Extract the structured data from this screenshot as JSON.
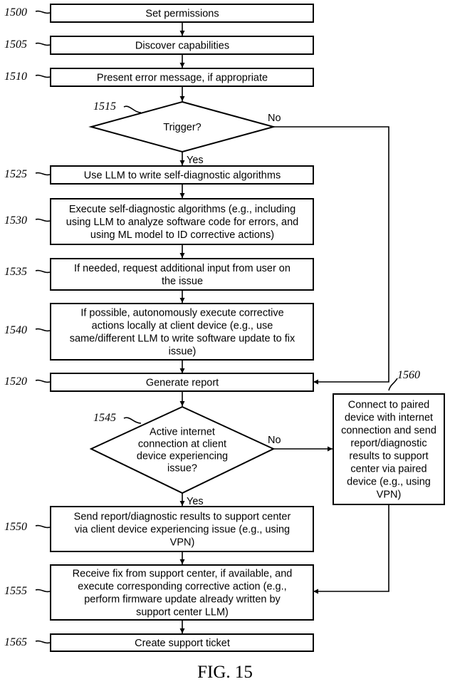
{
  "figure_label": "FIG. 15",
  "steps": {
    "s1500": {
      "ref": "1500",
      "lines": [
        "Set permissions"
      ]
    },
    "s1505": {
      "ref": "1505",
      "lines": [
        "Discover capabilities"
      ]
    },
    "s1510": {
      "ref": "1510",
      "lines": [
        "Present error message, if appropriate"
      ]
    },
    "s1515": {
      "ref": "1515",
      "lines": [
        "Trigger?"
      ],
      "yes": "Yes",
      "no": "No"
    },
    "s1525": {
      "ref": "1525",
      "lines": [
        "Use LLM to write self-diagnostic algorithms"
      ]
    },
    "s1530": {
      "ref": "1530",
      "lines": [
        "Execute self-diagnostic algorithms (e.g., including",
        "using LLM to analyze software code for errors, and",
        "using ML model to ID corrective actions)"
      ]
    },
    "s1535": {
      "ref": "1535",
      "lines": [
        "If needed, request additional input from user on",
        "the issue"
      ]
    },
    "s1540": {
      "ref": "1540",
      "lines": [
        "If possible, autonomously execute corrective",
        "actions locally at client device (e.g., use",
        "same/different LLM to write software update to fix",
        "issue)"
      ]
    },
    "s1520": {
      "ref": "1520",
      "lines": [
        "Generate report"
      ]
    },
    "s1545": {
      "ref": "1545",
      "lines": [
        "Active internet",
        "connection at client",
        "device experiencing",
        "issue?"
      ],
      "yes": "Yes",
      "no": "No"
    },
    "s1560": {
      "ref": "1560",
      "lines": [
        "Connect to paired",
        "device with internet",
        "connection and send",
        "report/diagnostic",
        "results to support",
        "center via paired",
        "device (e.g., using",
        "VPN)"
      ]
    },
    "s1550": {
      "ref": "1550",
      "lines": [
        "Send report/diagnostic results to support center",
        "via client device experiencing issue (e.g., using",
        "VPN)"
      ]
    },
    "s1555": {
      "ref": "1555",
      "lines": [
        "Receive fix from support center, if available, and",
        "execute corresponding corrective action (e.g.,",
        "perform firmware update already written by",
        "support center LLM)"
      ]
    },
    "s1565": {
      "ref": "1565",
      "lines": [
        "Create support ticket"
      ]
    }
  }
}
